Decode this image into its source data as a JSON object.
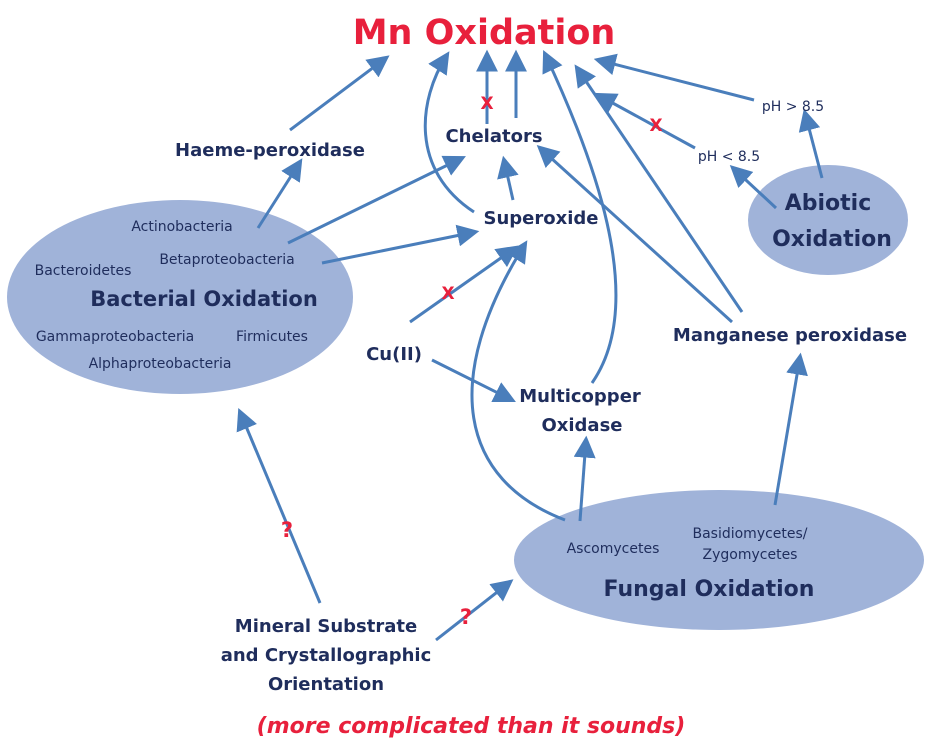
{
  "title": "Mn Oxidation",
  "footer": "(more complicated than it sounds)",
  "colors": {
    "title": "#e8203c",
    "arrow": "#4a7ebb",
    "node_text": "#1f2d5c",
    "ellipse": "#a0b3d9",
    "mark": "#e8203c"
  },
  "bacterial": {
    "title": "Bacterial Oxidation",
    "taxa": [
      "Actinobacteria",
      "Bacteroidetes",
      "Betaproteobacteria",
      "Gammaproteobacteria",
      "Firmicutes",
      "Alphaproteobacteria"
    ]
  },
  "fungal": {
    "title": "Fungal Oxidation",
    "taxa": [
      "Ascomycetes",
      "Basidiomycetes/",
      "Zygomycetes"
    ]
  },
  "abiotic": {
    "title_line1": "Abiotic",
    "title_line2": "Oxidation"
  },
  "nodes": {
    "haeme": "Haeme-peroxidase",
    "chelators": "Chelators",
    "superoxide": "Superoxide",
    "cu": "Cu(II)",
    "multicopper_line1": "Multicopper",
    "multicopper_line2": "Oxidase",
    "manganese": "Manganese peroxidase",
    "ph_high": "pH > 8.5",
    "ph_low": "pH < 8.5",
    "mineral_line1": "Mineral Substrate",
    "mineral_line2": "and Crystallographic",
    "mineral_line3": "Orientation"
  },
  "marks": {
    "blocked": "X",
    "uncertain": "?"
  }
}
